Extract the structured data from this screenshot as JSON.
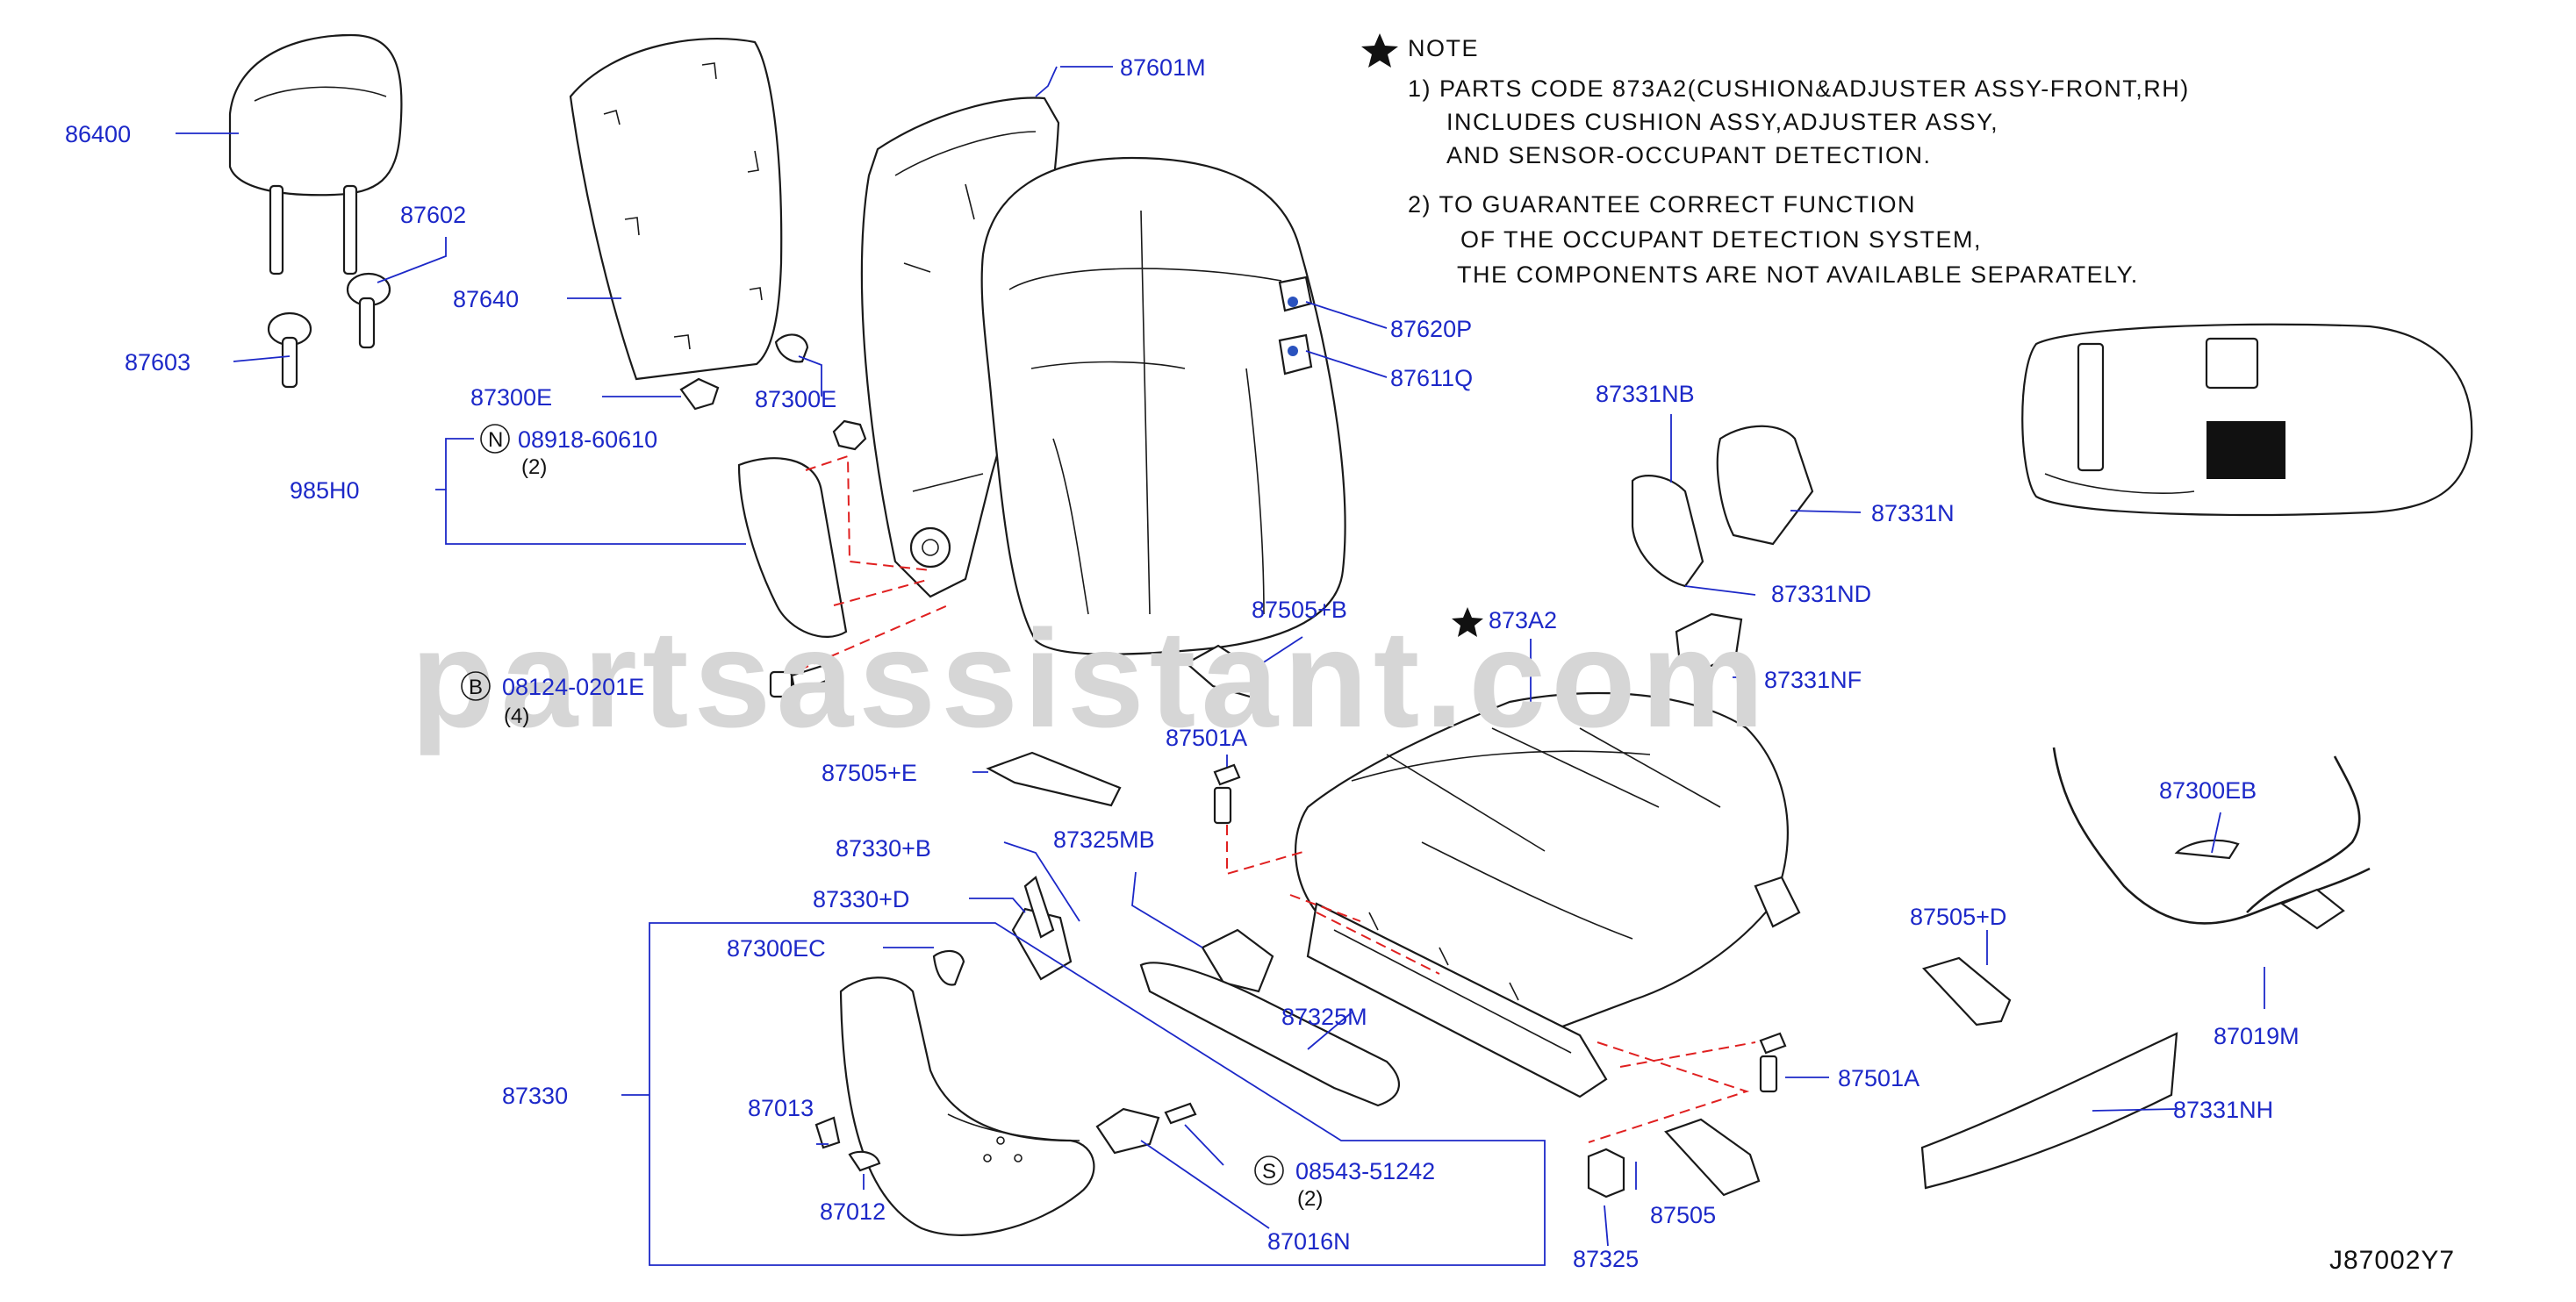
{
  "note": {
    "title": "NOTE",
    "lines": [
      "1)  PARTS  CODE  873A2(CUSHION&ADJUSTER  ASSY-FRONT,RH)",
      "INCLUDES  CUSHION  ASSY,ADJUSTER  ASSY,",
      "AND  SENSOR-OCCUPANT  DETECTION.",
      "2)  TO  GUARANTEE  CORRECT  FUNCTION",
      "OF  THE  OCCUPANT  DETECTION  SYSTEM,",
      "THE  COMPONENTS  ARE  NOT  AVAILABLE  SEPARATELY."
    ]
  },
  "watermark": "partsassistant.com",
  "diagram_code": "J87002Y7",
  "labels": {
    "p86400": "86400",
    "p87602": "87602",
    "p87640": "87640",
    "p87603": "87603",
    "p87300E_a": "87300E",
    "p87300E_b": "87300E",
    "p08918": "08918-60610",
    "p08918_qty": "(2)",
    "p985H0": "985H0",
    "p08124": "08124-0201E",
    "p08124_qty": "(4)",
    "p87601M": "87601M",
    "p87620P": "87620P",
    "p87611Q": "87611Q",
    "p87331NB": "87331NB",
    "p87331N": "87331N",
    "p87331ND": "87331ND",
    "p87505B": "87505+B",
    "p873A2": "873A2",
    "p87331NF": "87331NF",
    "p87501A_a": "87501A",
    "p87505E": "87505+E",
    "p87300EB": "87300EB",
    "p87330B": "87330+B",
    "p87325MB": "87325MB",
    "p87330D": "87330+D",
    "p87505D": "87505+D",
    "p87300EC": "87300EC",
    "p87325M": "87325M",
    "p87019M": "87019M",
    "p87330": "87330",
    "p87501A_b": "87501A",
    "p87013": "87013",
    "p87331NH": "87331NH",
    "p08543": "08543-51242",
    "p08543_qty": "(2)",
    "p87012": "87012",
    "p87016N": "87016N",
    "p87505": "87505",
    "p87325": "87325"
  },
  "circled_prefixes": {
    "n": "N",
    "b": "B",
    "s": "S"
  },
  "colors": {
    "label": "#1c28c8",
    "connector": "#e02020",
    "line_art": "#1a1a1a",
    "watermark": "#d6d6d6",
    "sensor_dot": "#2a52be"
  },
  "icons": {
    "note_marker": "star-icon"
  }
}
